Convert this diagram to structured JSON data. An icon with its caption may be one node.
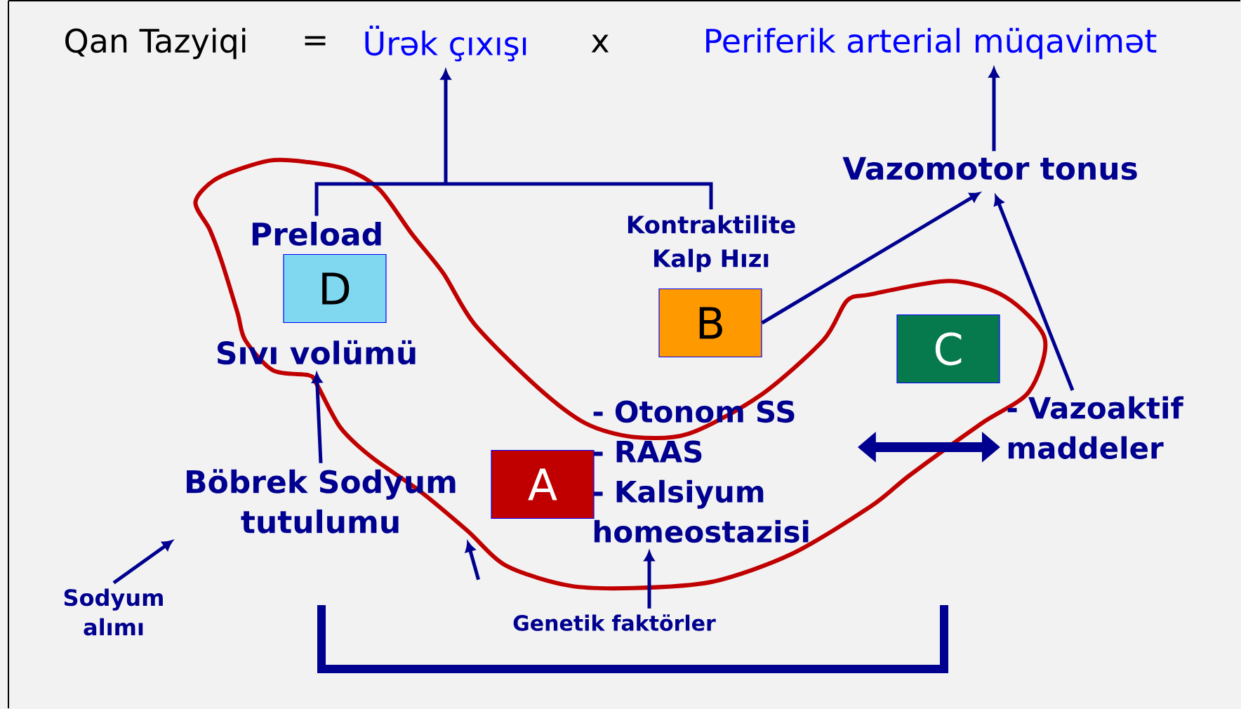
{
  "diagram": {
    "nodes": [
      {
        "text": [
          "Qan Tazyiqi"
        ]
      },
      {
        "text": [
          "Ürək çıxışı"
        ]
      },
      {
        "text": [
          "Periferik arterial müqavimət"
        ]
      },
      {
        "text": [
          "Vazomotor tonus"
        ]
      },
      {
        "text": [
          "Preload"
        ]
      },
      {
        "text": [
          "D"
        ]
      },
      {
        "text": [
          "Sıvı volümü"
        ]
      },
      {
        "text": [
          "Kontraktilite Kalp Hızı"
        ]
      },
      {
        "text": [
          "B"
        ]
      },
      {
        "text": [
          "C"
        ]
      },
      {
        "text": [
          "- Otonom SS",
          "- RAAS",
          "- Kalsiyum homeostazisi"
        ]
      },
      {
        "text": [
          "A"
        ]
      },
      {
        "text": [
          "- Vazoaktif maddeler"
        ]
      },
      {
        "text": [
          "Böbrek Sodyum tutulumu"
        ]
      },
      {
        "text": [
          "Sodyum alımı"
        ]
      },
      {
        "text": [
          "Genetik faktörler"
        ]
      }
    ],
    "edges": [
      {
        "from": 4,
        "to": 1,
        "arrow": "to"
      },
      {
        "from": 7,
        "to": 1,
        "arrow": "to"
      },
      {
        "from": 3,
        "to": 2,
        "arrow": "to"
      },
      {
        "from": 8,
        "to": 3,
        "arrow": "to"
      },
      {
        "from": 12,
        "to": 3,
        "arrow": "to"
      },
      {
        "from": 10,
        "to": 12,
        "arrow": "both",
        "style": "thick"
      },
      {
        "from": 13,
        "to": 6,
        "arrow": "to"
      },
      {
        "from": 14,
        "to": 13,
        "arrow": "to"
      },
      {
        "from": 15,
        "to": 13,
        "arrow": "to"
      },
      {
        "from": 15,
        "to": 10,
        "arrow": "to"
      }
    ],
    "labels": [
      "=",
      "x"
    ]
  }
}
